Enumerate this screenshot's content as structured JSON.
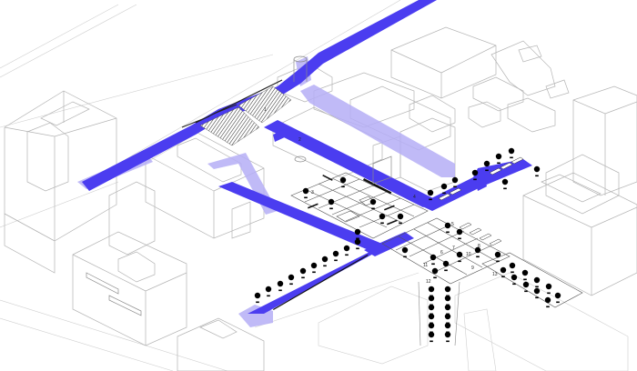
{
  "diagram": {
    "type": "axonometric-urban-site-plan",
    "colors": {
      "background": "#ffffff",
      "primary_route": "#4b3df0",
      "secondary_route": "#b5aef6",
      "linework": "#b4b4b4",
      "hatch": "#444444"
    },
    "legend_markers": {
      "tree": "tree-icon",
      "bench": "bench-icon",
      "paved_grid": "plaza-grid"
    },
    "labels": [
      "1",
      "2",
      "3",
      "4",
      "5",
      "6",
      "7",
      "8",
      "9",
      "10",
      "11",
      "12",
      "13"
    ],
    "zones": [
      {
        "id": "rail-corridor",
        "desc": "elevated route along the top-left rail line"
      },
      {
        "id": "stepped-seating",
        "desc": "hatched terraced steps at upper-left junction"
      },
      {
        "id": "central-plaza",
        "desc": "gridded plaza at the centre"
      },
      {
        "id": "lower-plaza",
        "desc": "gridded plaza with tree grove at right-centre"
      },
      {
        "id": "tree-avenue",
        "desc": "double row of trees running south"
      },
      {
        "id": "east-parking",
        "desc": "parking strip with trees at east"
      },
      {
        "id": "south-promenade",
        "desc": "tree-lined promenade running southwest"
      }
    ]
  }
}
